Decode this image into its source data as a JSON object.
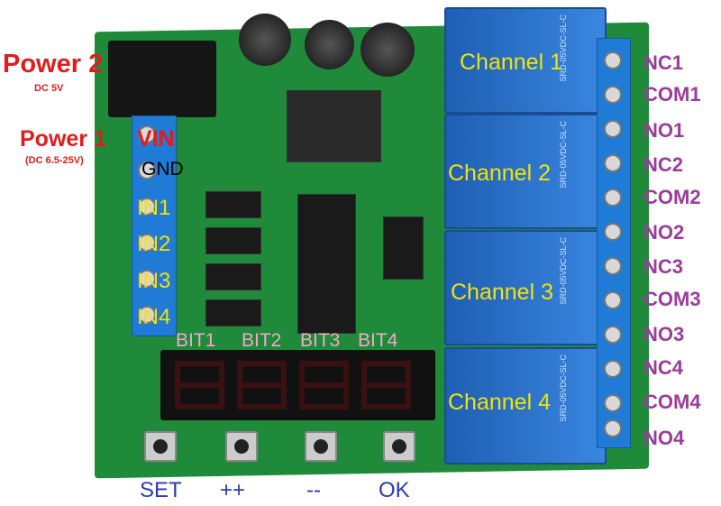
{
  "power2": {
    "title": "Power 2",
    "sub": "DC 5V"
  },
  "power1": {
    "title": "Power 1",
    "vin": "VIN",
    "sub": "(DC 6.5-25V)"
  },
  "gnd": "GND",
  "inputs": [
    "IN1",
    "IN2",
    "IN3",
    "IN4"
  ],
  "bits": [
    "BIT1",
    "BIT2",
    "BIT3",
    "BIT4"
  ],
  "buttons": [
    "SET",
    "++",
    "--",
    "OK"
  ],
  "channels": [
    "Channel 1",
    "Channel 2",
    "Channel 3",
    "Channel 4"
  ],
  "pins": [
    "NC1",
    "COM1",
    "NO1",
    "NC2",
    "COM2",
    "NO2",
    "NC3",
    "COM3",
    "NO3",
    "NC4",
    "COM4",
    "NO4"
  ],
  "relay_stamp": "SRD-05VDC-SL-C",
  "colors": {
    "board": "#1f8a3a",
    "relay": "#2a74cc",
    "power": "#e21c1c",
    "pins": "#9c3b9c",
    "channels": "#f2e20a",
    "buttons": "#2a3ab8"
  }
}
